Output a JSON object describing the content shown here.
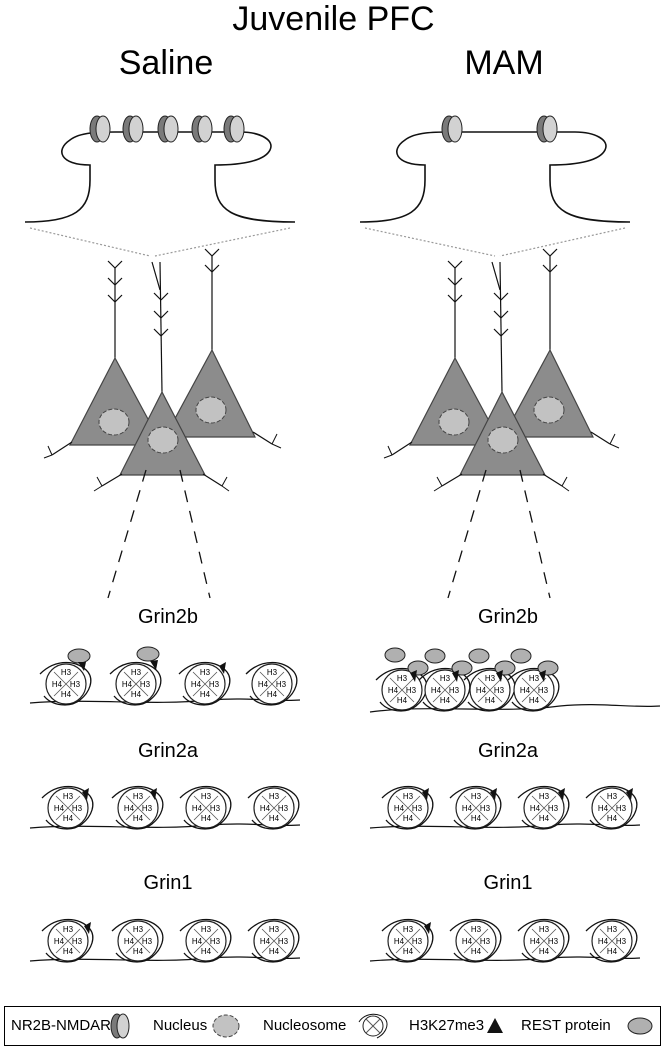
{
  "title": "Juvenile PFC",
  "columns": [
    {
      "label": "Saline",
      "receptor_count": 5
    },
    {
      "label": "MAM",
      "receptor_count": 2
    }
  ],
  "genes": [
    "Grin2b",
    "Grin2a",
    "Grin1"
  ],
  "histone_labels": {
    "top": "H3",
    "left": "H4",
    "right": "H3",
    "bottom": "H4"
  },
  "legend": [
    {
      "label": "NR2B-NMDAR",
      "icon": "nr2b-nmdar-icon"
    },
    {
      "label": "Nucleus",
      "icon": "nucleus-icon"
    },
    {
      "label": "Nucleosome",
      "icon": "nucleosome-icon"
    },
    {
      "label": "H3K27me3",
      "icon": "h3k27me3-icon"
    },
    {
      "label": "REST protein",
      "icon": "rest-protein-icon"
    }
  ],
  "colors": {
    "neuron_fill": "#8c8c8c",
    "nucleus_fill": "#c2c2c2",
    "rest_fill": "#b0b0b0",
    "receptor_dark": "#7a7a7a",
    "receptor_light": "#d2d2d2"
  }
}
